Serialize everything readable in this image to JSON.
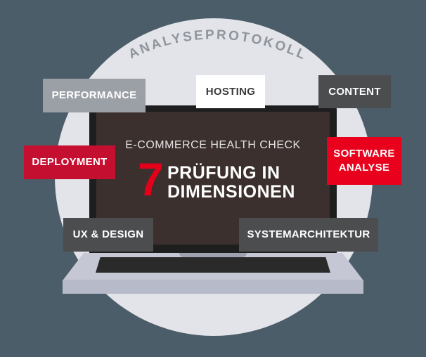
{
  "arc_title": "ANALYSEPROTOKOLL",
  "subtitle": "E-COMMERCE HEALTH CHECK",
  "number": "7",
  "title_line1": "PRÜFUNG IN",
  "title_line2": "DIMENSIONEN",
  "tags": {
    "performance": "PERFORMANCE",
    "hosting": "HOSTING",
    "content": "CONTENT",
    "deployment": "DEPLOYMENT",
    "software_line1": "SOFTWARE",
    "software_line2": "ANALYSE",
    "ux_design": "UX & DESIGN",
    "systemarchitektur": "SYSTEMARCHITEKTUR"
  },
  "colors": {
    "background": "#4b5d68",
    "accent_red": "#e3001b",
    "dark_red": "#c50f31"
  }
}
